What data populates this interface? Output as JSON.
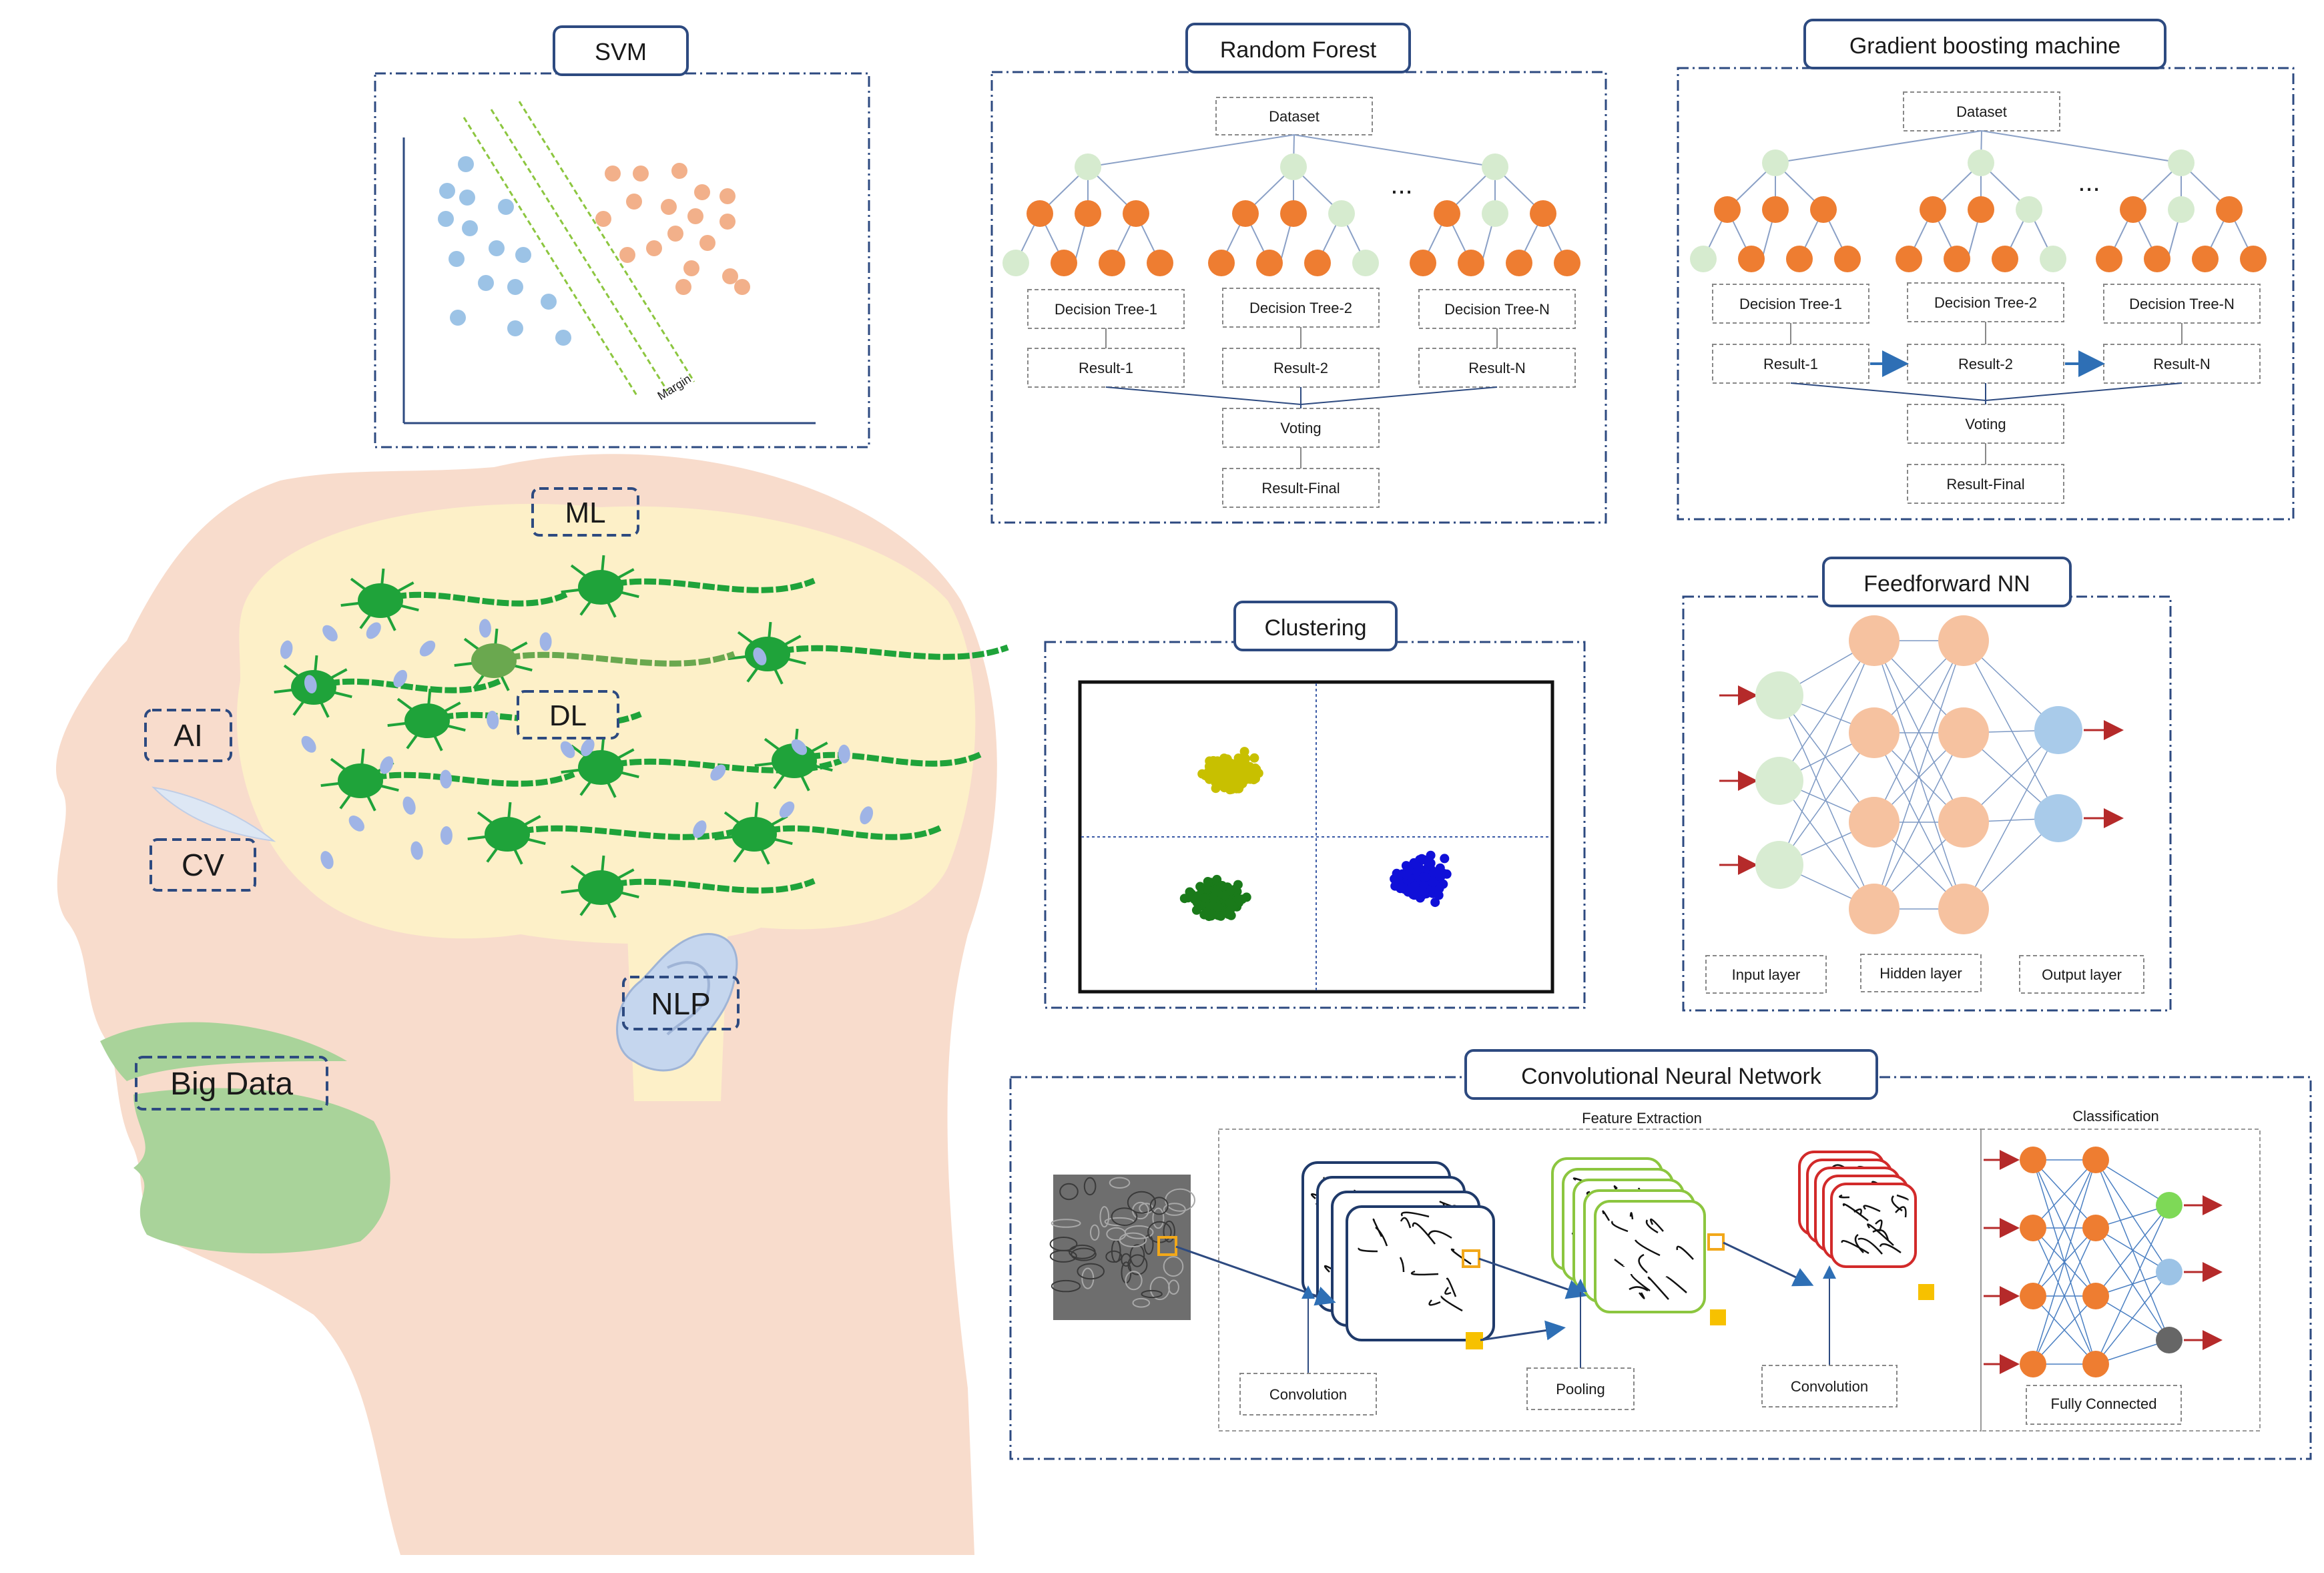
{
  "head_labels": {
    "ml": "ML",
    "dl": "DL",
    "ai": "AI",
    "cv": "CV",
    "nlp": "NLP",
    "big_data": "Big Data"
  },
  "svm": {
    "title": "SVM",
    "margin_label": "Margin"
  },
  "random_forest": {
    "title": "Random Forest",
    "dataset": "Dataset",
    "ellipsis": "...",
    "trees": [
      "Decision Tree-1",
      "Decision Tree-2",
      "Decision Tree-N"
    ],
    "results": [
      "Result-1",
      "Result-2",
      "Result-N"
    ],
    "voting": "Voting",
    "final": "Result-Final"
  },
  "gbm": {
    "title": "Gradient boosting machine",
    "dataset": "Dataset",
    "ellipsis": "...",
    "trees": [
      "Decision Tree-1",
      "Decision Tree-2",
      "Decision Tree-N"
    ],
    "results": [
      "Result-1",
      "Result-2",
      "Result-N"
    ],
    "voting": "Voting",
    "final": "Result-Final"
  },
  "clustering": {
    "title": "Clustering",
    "cluster_colors": [
      "#c8c000",
      "#1a7a1a",
      "#1010d8"
    ]
  },
  "ffnn": {
    "title": "Feedforward NN",
    "layers": [
      "Input layer",
      "Hidden layer",
      "Output layer"
    ]
  },
  "cnn": {
    "title": "Convolutional Neural Network",
    "feature_extraction": "Feature Extraction",
    "classification": "Classification",
    "step_labels": [
      "Convolution",
      "Pooling",
      "Convolution"
    ],
    "fully_connected": "Fully Connected"
  },
  "colors": {
    "frame_blue": "#2d4a80",
    "node_orange": "#ee7d31",
    "node_light_green": "#d6ebcf",
    "head_skin": "#f8dccc",
    "brain_yellow": "#fdf0c8",
    "neuron_green": "#1fa33a",
    "nose_green": "#a9d39a",
    "ear_blue": "#c5d6ee",
    "arrow_red": "#b52a2a",
    "ffnn_hidden": "#f6c2a0",
    "ffnn_input": "#d8ecd2",
    "ffnn_output": "#a9cbea"
  }
}
